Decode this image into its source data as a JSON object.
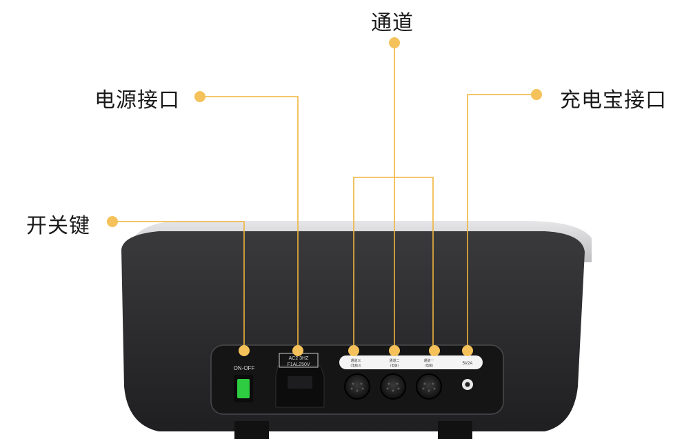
{
  "callouts": {
    "channel": "通道",
    "power_port": "电源接口",
    "power_bank_port": "充电宝接口",
    "switch": "开关键"
  },
  "panel": {
    "switch_label": "ON-OFF",
    "power_rating_line1": "AC2   3HZ",
    "power_rating_line2": "F1AL250V",
    "channel3_label": "通道三",
    "channel3_sub": "(电极3)",
    "channel2_label": "通道二",
    "channel2_sub": "(电极)",
    "channel1_label": "通道一",
    "channel1_sub": "(电极)",
    "usb_label": "5V2A"
  },
  "colors": {
    "accent": "#f0b43c",
    "device_body": "#2c2c2e",
    "switch_green": "#2ecc40"
  }
}
